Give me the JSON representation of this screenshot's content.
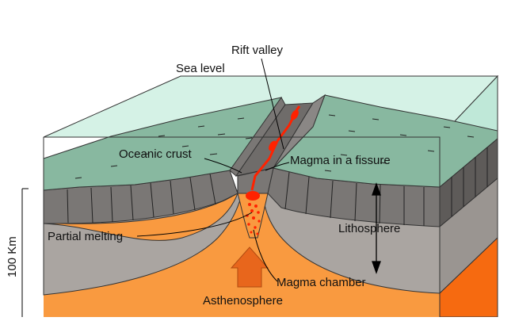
{
  "labels": {
    "rift_valley": "Rift valley",
    "sea_level": "Sea level",
    "oceanic_crust": "Oceanic crust",
    "magma_in_fissure": "Magma in a fissure",
    "partial_melting": "Partial melting",
    "lithosphere": "Lithosphere",
    "magma_chamber": "Magma chamber",
    "asthenosphere": "Asthenosphere",
    "scale": "100 Km"
  },
  "colors": {
    "sea_water": "#c9ecdf",
    "ocean_floor": "#88b8a0",
    "crust": "#7a7775",
    "lithosphere": "#aaa5a1",
    "asthenosphere": "#f99a40",
    "magma": "#ff2200",
    "upwelling_arrow": "#e8661c",
    "side_face": "#5e5b59",
    "side_asthenosphere": "#f66a10"
  }
}
